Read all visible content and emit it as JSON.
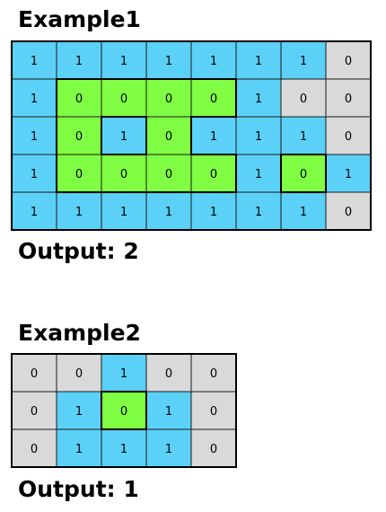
{
  "example1": {
    "title": "Example1",
    "output": "Output: 2",
    "grid": [
      [
        1,
        1,
        1,
        1,
        1,
        1,
        1,
        0
      ],
      [
        1,
        0,
        0,
        0,
        0,
        1,
        0,
        0
      ],
      [
        1,
        0,
        1,
        0,
        1,
        1,
        1,
        0
      ],
      [
        1,
        0,
        0,
        0,
        0,
        1,
        0,
        1
      ],
      [
        1,
        1,
        1,
        1,
        1,
        1,
        1,
        0
      ]
    ],
    "highlight": [
      [
        0,
        0,
        0,
        0,
        0,
        0,
        0,
        0
      ],
      [
        0,
        1,
        1,
        1,
        1,
        0,
        0,
        0
      ],
      [
        0,
        1,
        0,
        1,
        0,
        0,
        0,
        0
      ],
      [
        0,
        1,
        1,
        1,
        1,
        0,
        1,
        0
      ],
      [
        0,
        0,
        0,
        0,
        0,
        0,
        0,
        0
      ]
    ]
  },
  "example2": {
    "title": "Example2",
    "output": "Output: 1",
    "grid": [
      [
        0,
        0,
        1,
        0,
        0
      ],
      [
        0,
        1,
        0,
        1,
        0
      ],
      [
        0,
        1,
        1,
        1,
        0
      ]
    ],
    "highlight": [
      [
        0,
        0,
        0,
        0,
        0
      ],
      [
        0,
        0,
        1,
        0,
        0
      ],
      [
        0,
        0,
        0,
        0,
        0
      ]
    ]
  },
  "colors": {
    "land": "#5bd1f8",
    "water": "#d9d9d9",
    "closed_island": "#7ffe43",
    "grid_line": "#000000"
  }
}
